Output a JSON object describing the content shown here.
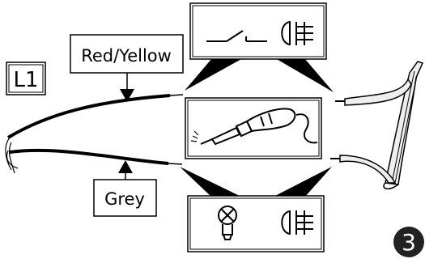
{
  "labels": {
    "connector_id": "L1",
    "upper_wire": "Red/Yellow",
    "lower_wire": "Grey",
    "step_number": "3"
  },
  "panels": {
    "top": [
      "switch-icon",
      "headlamp-beam-icon"
    ],
    "middle": [
      "soldering-iron-icon"
    ],
    "bottom": [
      "bulb-icon",
      "headlamp-beam-icon"
    ]
  },
  "colors": {
    "line": "#000000",
    "background": "#ffffff",
    "badge": "#222222",
    "badge_text": "#ffffff",
    "harness_fill": "#eeeeee"
  }
}
